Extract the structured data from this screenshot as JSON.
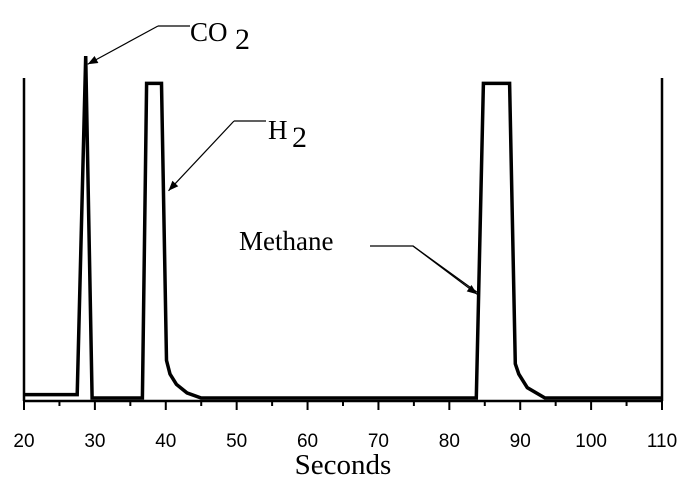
{
  "chart_data": {
    "type": "line",
    "xlabel": "Seconds",
    "ylabel": "",
    "title": "",
    "xlim": [
      20,
      110
    ],
    "ylim": [
      0,
      1
    ],
    "x_ticks": [
      "20",
      "30",
      "40",
      "50",
      "60",
      "70",
      "80",
      "90",
      "100",
      "110"
    ],
    "grid": false,
    "legend": "none",
    "line_color": "#000000",
    "series": [
      {
        "points": [
          [
            20,
            0.01
          ],
          [
            27.5,
            0.01
          ],
          [
            28.7,
            1.0
          ],
          [
            29.6,
            0.0
          ],
          [
            36.7,
            0.0
          ],
          [
            37.3,
            0.92
          ],
          [
            39.4,
            0.92
          ],
          [
            40.1,
            0.11
          ],
          [
            40.6,
            0.07
          ],
          [
            41.5,
            0.04
          ],
          [
            43.0,
            0.015
          ],
          [
            45.0,
            0.0
          ],
          [
            83.8,
            0.0
          ],
          [
            84.8,
            0.92
          ],
          [
            88.5,
            0.92
          ],
          [
            89.3,
            0.1
          ],
          [
            89.8,
            0.07
          ],
          [
            91.0,
            0.03
          ],
          [
            93.5,
            0.0
          ],
          [
            110,
            0.0
          ]
        ]
      }
    ],
    "annotations": [
      {
        "text": "CO",
        "sub": "2",
        "point": [
          28.7,
          0.97
        ]
      },
      {
        "text": "H",
        "sub": "2",
        "point": [
          40.1,
          0.6
        ]
      },
      {
        "text": "Methane",
        "sub": "",
        "point": [
          84.2,
          0.28
        ]
      }
    ]
  }
}
